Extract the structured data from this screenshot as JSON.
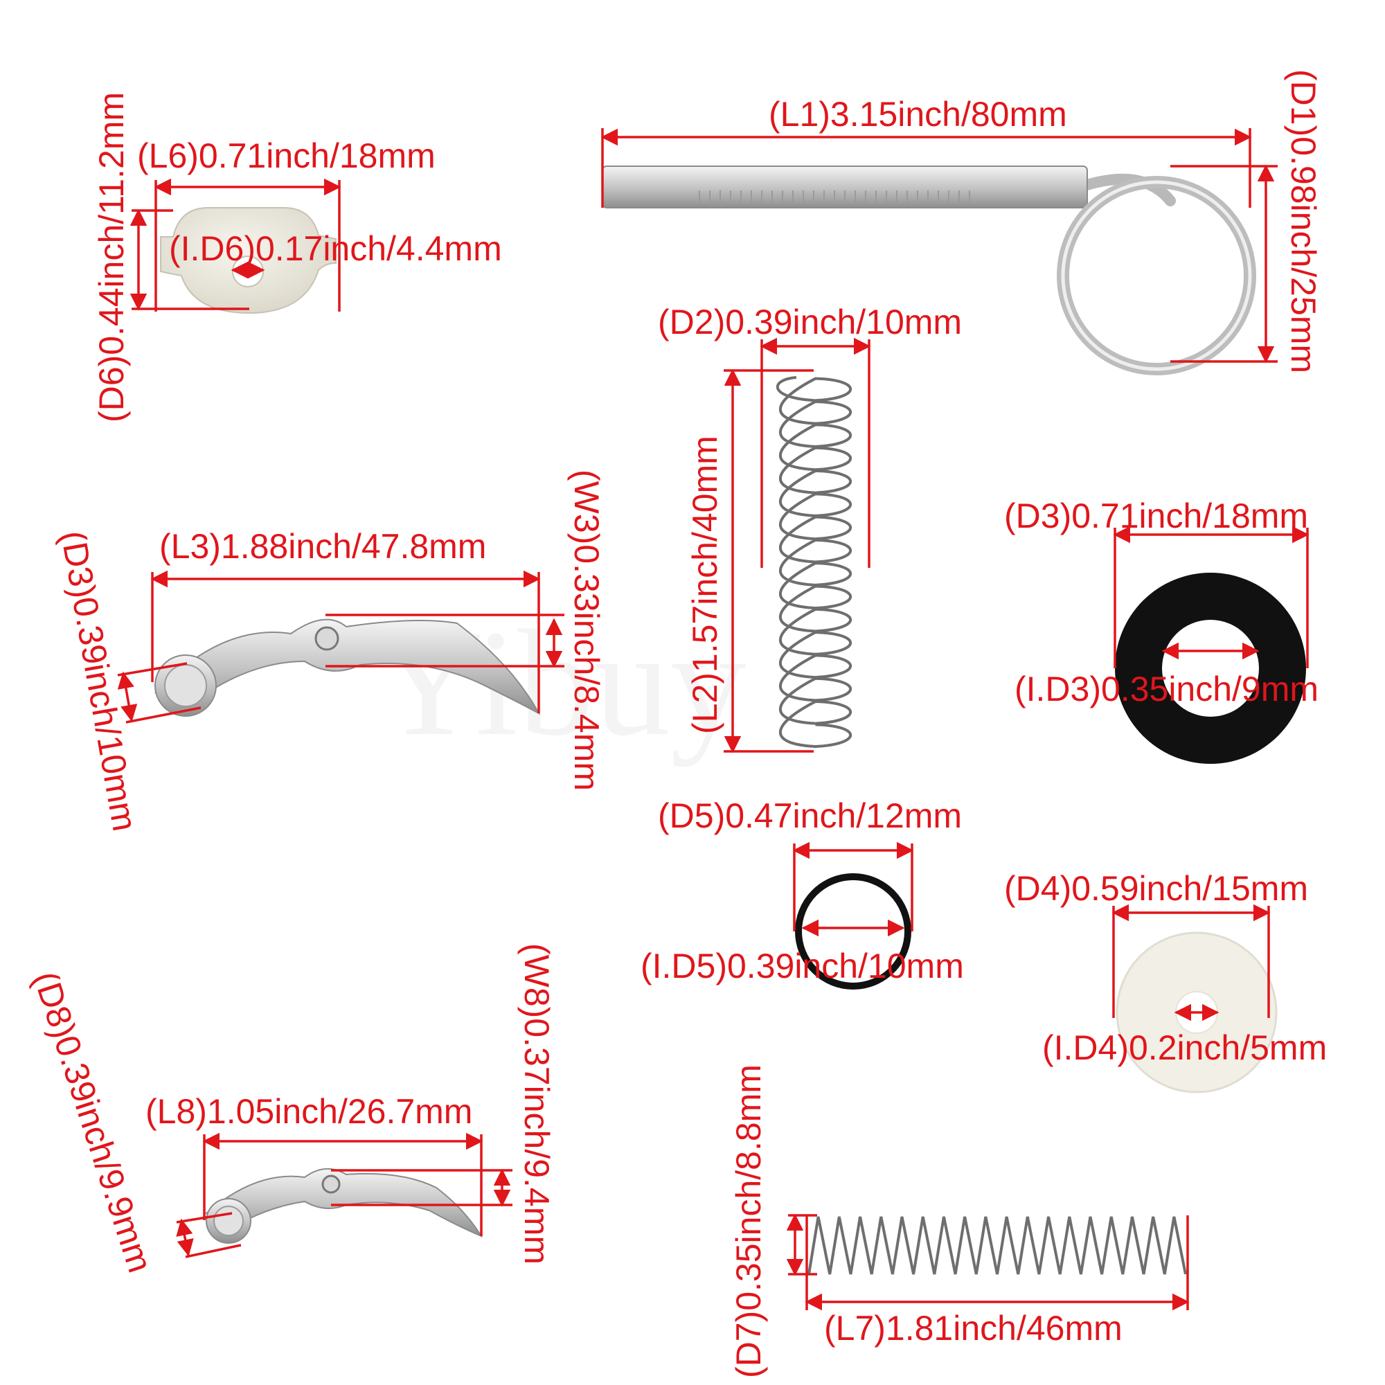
{
  "colors": {
    "dimension": "#e0161b",
    "metal": "#c9c9c9",
    "felt_black": "#111111",
    "felt_white": "#f2efe6",
    "nylon": "#ece9de"
  },
  "watermark": "Yibuy",
  "labels": {
    "l1": "(L1)3.15inch/80mm",
    "d1": "(D1)0.98inch/25mm",
    "l6": "(L6)0.71inch/18mm",
    "d6": "(D6)0.44inch/11.2mm",
    "id6": "(I.D6)0.17inch/4.4mm",
    "d2": "(D2)0.39inch/10mm",
    "l2": "(L2)1.57inch/40mm",
    "l3": "(L3)1.88inch/47.8mm",
    "w3": "(W3)0.33inch/8.4mm",
    "d3_lever": "(D3)0.39inch/10mm",
    "d3": "(D3)0.71inch/18mm",
    "id3": "(I.D3)0.35inch/9mm",
    "d5": "(D5)0.47inch/12mm",
    "id5": "(I.D5)0.39inch/10mm",
    "d4": "(D4)0.59inch/15mm",
    "id4": "(I.D4)0.2inch/5mm",
    "l8": "(L8)1.05inch/26.7mm",
    "w8": "(W8)0.37inch/9.4mm",
    "d8": "(D8)0.39inch/9.9mm",
    "d7": "(D7)0.35inch/8.8mm",
    "l7": "(L7)1.81inch/46mm"
  }
}
